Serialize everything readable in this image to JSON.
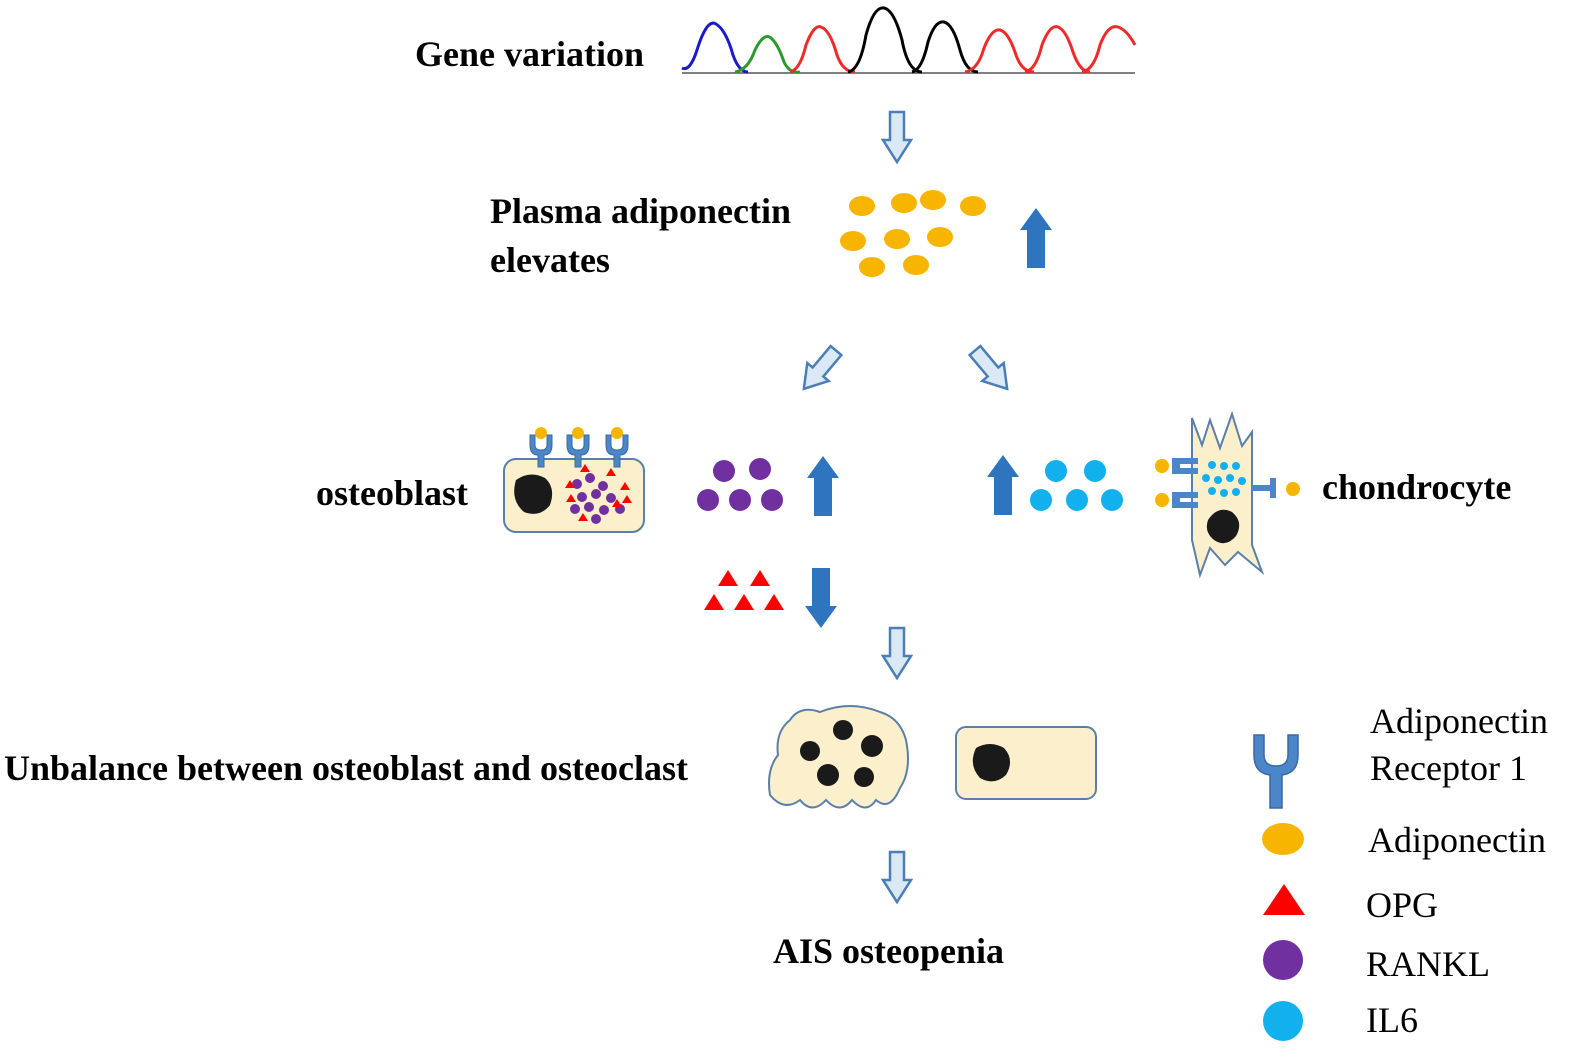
{
  "labels": {
    "gene_variation": "Gene variation",
    "plasma_line1": "Plasma adiponectin",
    "plasma_line2": "elevates",
    "osteoblast": "osteoblast",
    "chondrocyte": "chondrocyte",
    "unbalance": "Unbalance between osteoblast and osteoclast",
    "outcome": "AIS osteopenia"
  },
  "legend": [
    {
      "icon": "receptor-icon",
      "lines": [
        "Adiponectin",
        "Receptor 1"
      ],
      "color": "#4a86c8"
    },
    {
      "icon": "ellipse-icon",
      "lines": [
        "Adiponectin"
      ],
      "color": "#f7b500"
    },
    {
      "icon": "triangle-icon",
      "lines": [
        "OPG"
      ],
      "color": "#ff0000"
    },
    {
      "icon": "circle-icon",
      "lines": [
        "RANKL"
      ],
      "color": "#7030a0"
    },
    {
      "icon": "circle-icon",
      "lines": [
        "IL6"
      ],
      "color": "#13b0ee"
    }
  ],
  "colors": {
    "adiponectin": "#f7b500",
    "opg": "#ff0000",
    "rankl": "#7030a0",
    "il6": "#13b0ee",
    "receptor": "#4a86c8",
    "solid_arrow": "#2f74bf",
    "hollow_arrow_fill": "#dbe8f5",
    "hollow_arrow_stroke": "#4a7eb5",
    "cell_fill": "#fcefcc",
    "nucleus": "#1a1a1a",
    "chromatogram": [
      "#1a1acc",
      "#2a9a2a",
      "#ee2a2a",
      "#000000"
    ]
  }
}
